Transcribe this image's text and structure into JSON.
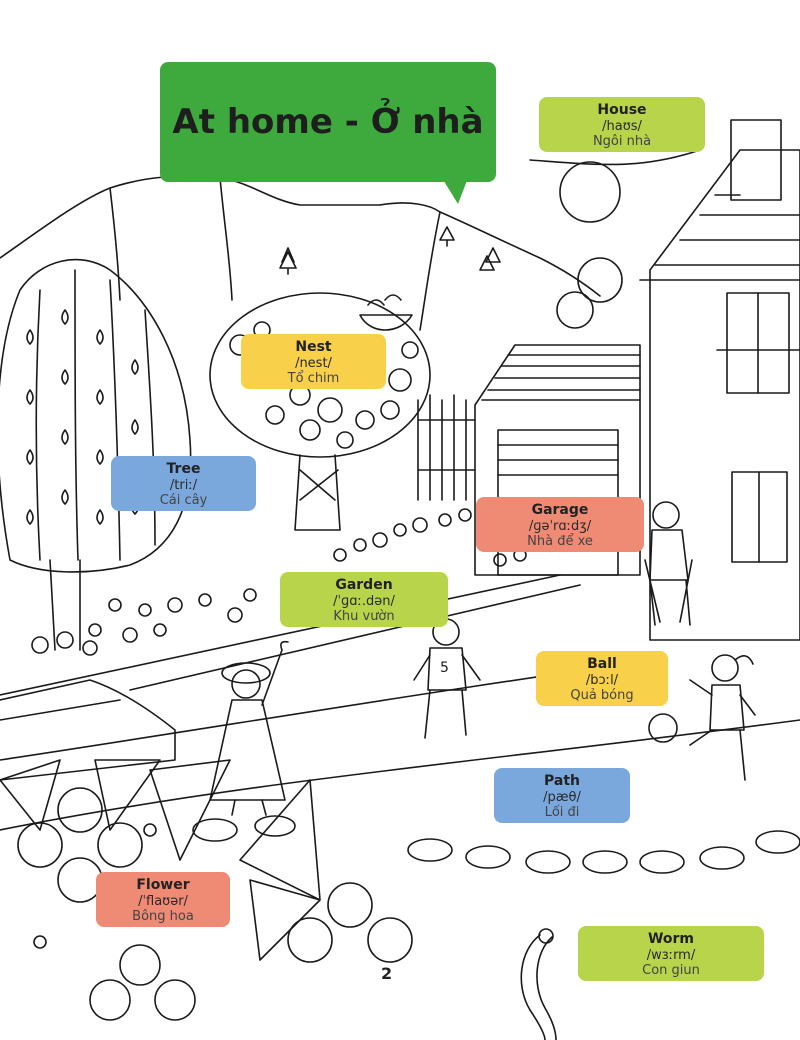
{
  "title": "At home - Ở nhà",
  "page_number": "2",
  "colors": {
    "green_bubble": "#3eaa3e",
    "lime": "#b7d44b",
    "yellow": "#f8d04a",
    "blue": "#7aa8dc",
    "salmon": "#ef8a75"
  },
  "labels": {
    "house": {
      "word": "House",
      "ipa": "/haʊs/",
      "vn": "Ngôi nhà",
      "color": "#b7d44b"
    },
    "nest": {
      "word": "Nest",
      "ipa": "/nest/",
      "vn": "Tổ chim",
      "color": "#f8d04a"
    },
    "tree": {
      "word": "Tree",
      "ipa": "/triː/",
      "vn": "Cái cây",
      "color": "#7aa8dc"
    },
    "garage": {
      "word": "Garage",
      "ipa": "/ɡəˈrɑːdʒ/",
      "vn": "Nhà để xe",
      "color": "#ef8a75"
    },
    "garden": {
      "word": "Garden",
      "ipa": "/ˈɡɑː.dən/",
      "vn": "Khu vườn",
      "color": "#b7d44b"
    },
    "ball": {
      "word": "Ball",
      "ipa": "/bɔːl/",
      "vn": "Quả bóng",
      "color": "#f8d04a"
    },
    "path": {
      "word": "Path",
      "ipa": "/pæθ/",
      "vn": "Lối đi",
      "color": "#7aa8dc"
    },
    "flower": {
      "word": "Flower",
      "ipa": "/ˈflaʊər/",
      "vn": "Bông hoa",
      "color": "#ef8a75"
    },
    "worm": {
      "word": "Worm",
      "ipa": "/wɜːrm/",
      "vn": "Con giun",
      "color": "#b7d44b"
    }
  },
  "shirt_number": "5"
}
